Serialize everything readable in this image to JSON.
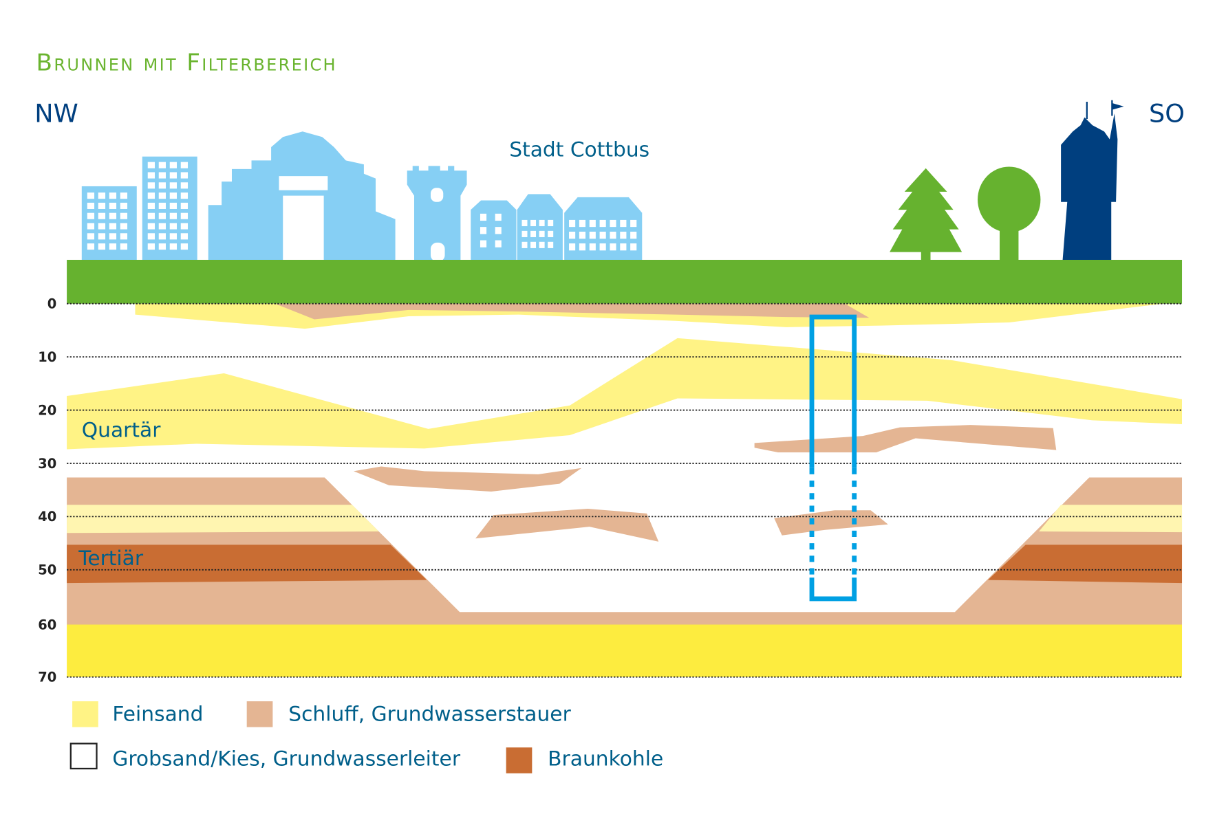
{
  "title": "Brunnen mit Filterbereich",
  "direction_left": "NW",
  "direction_right": "SO",
  "city_label": "Stadt Cottbus",
  "layer_labels": {
    "upper": "Quartär",
    "lower": "Tertiär"
  },
  "depth_axis": {
    "ticks": [
      "0",
      "10",
      "20",
      "30",
      "40",
      "50",
      "60",
      "70"
    ],
    "unit_implied": "m"
  },
  "legend": [
    {
      "label": "Feinsand",
      "color": "#fff385"
    },
    {
      "label": "Schluff, Grundwasserstauer",
      "color": "#e4b593"
    },
    {
      "label": "Grobsand/Kies, Grundwasserleiter",
      "color": "#ffffff"
    },
    {
      "label": "Braunkohle",
      "color": "#c96d33"
    }
  ],
  "colors": {
    "title": "#6ab42f",
    "text": "#005f8a",
    "navy": "#003f7f",
    "ground": "#66b22f",
    "skyline": "#86cff4",
    "feinsand": "#fff385",
    "schluff": "#e4b593",
    "braunkohle": "#c96d33",
    "bottom_sand": "#fdec3f",
    "well": "#00a0e3"
  }
}
